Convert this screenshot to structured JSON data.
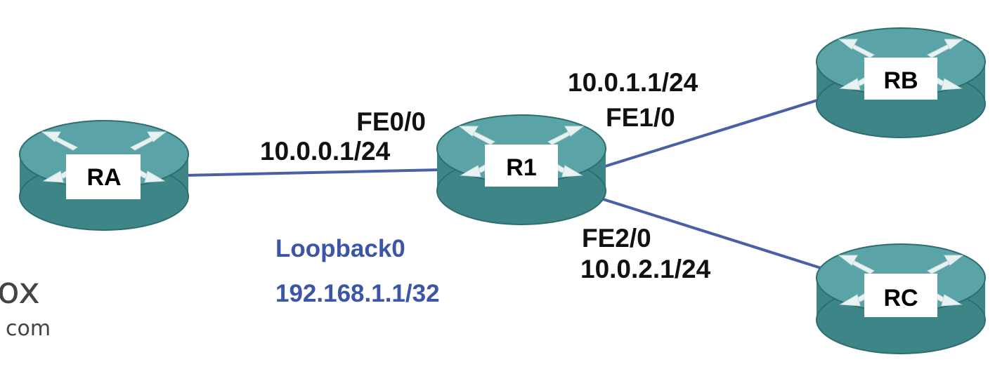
{
  "colors": {
    "link": "#4a5fa6",
    "router_top": "#5aa3a6",
    "router_side": "#3d8587",
    "router_rim": "#2f6e70",
    "label": "#111111",
    "loopback": "#3b55a8",
    "name_box": "#ffffff"
  },
  "routers": {
    "ra": {
      "name": "RA"
    },
    "r1": {
      "name": "R1"
    },
    "rb": {
      "name": "RB"
    },
    "rc": {
      "name": "RC"
    }
  },
  "labels": {
    "fe00_iface": "FE0/0",
    "fe00_ip": "10.0.0.1/24",
    "fe10_ip": "10.0.1.1/24",
    "fe10_iface": "FE1/0",
    "fe20_iface": "FE2/0",
    "fe20_ip": "10.0.2.1/24",
    "loopback_name": "Loopback0",
    "loopback_ip": "192.168.1.1/32"
  },
  "watermark": {
    "line1": "ox",
    "line2": "com"
  }
}
